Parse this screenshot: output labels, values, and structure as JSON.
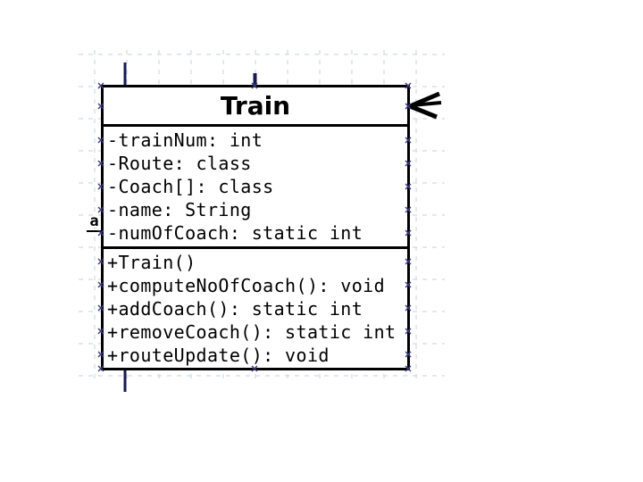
{
  "uml_class": {
    "title": "Train",
    "attributes": [
      "-trainNum: int",
      "-Route: class",
      "-Coach[]: class",
      "-name: String",
      "-numOfCoach: static int"
    ],
    "methods": [
      "+Train()",
      "+computeNoOfCoach(): void",
      "+addCoach(): static int",
      "+removeCoach(): static int",
      "+routeUpdate(): void"
    ]
  },
  "partial_label": {
    "text": "a"
  },
  "icons": {
    "right_edge": "crow-foot-arrow-icon"
  },
  "colors": {
    "background": "#ffffff",
    "box_border": "#000000",
    "text": "#000000",
    "grid_line": "#d2d9e4",
    "connector_line": "#1a1a52",
    "connection_point": "#3a3a80",
    "arrow": "#000000"
  }
}
